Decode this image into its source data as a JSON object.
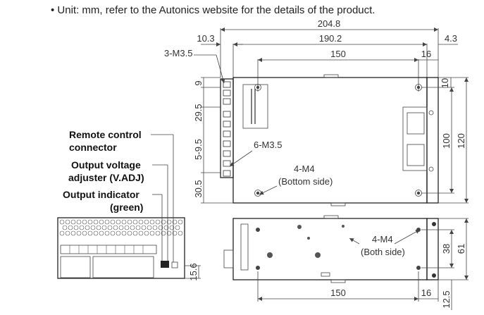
{
  "note": "• Unit: mm, refer to the Autonics website for the details of the product.",
  "dimensions": {
    "overall_length": "204.8",
    "body_length": "190.2",
    "left_offset": "10.3",
    "right_offset": "4.3",
    "hole_spacing": "150",
    "hole_edge": "16",
    "terminal_screw": "3-M3.5",
    "output_screw": "6-M3.5",
    "pitch_top": "9",
    "pitch_a": "29.5",
    "pitch_b": "5-9.5",
    "pitch_c": "30.5",
    "right_top": "10",
    "height_inner": "100",
    "height_total": "120",
    "bottom_screw": "4-M4",
    "bottom_side": "(Bottom side)",
    "both_screw": "4-M4",
    "both_side": "(Both side)",
    "front_height": "15.6",
    "side_spacing": "150",
    "side_edge": "16",
    "side_inner": "38",
    "side_total": "61",
    "side_bottom": "12.5"
  },
  "callouts": {
    "remote_line1": "Remote control",
    "remote_line2": "connector",
    "vadj_line1": "Output voltage",
    "vadj_line2": "adjuster (V.ADJ)",
    "indicator_line1": "Output indicator",
    "indicator_line2": "(green)"
  }
}
